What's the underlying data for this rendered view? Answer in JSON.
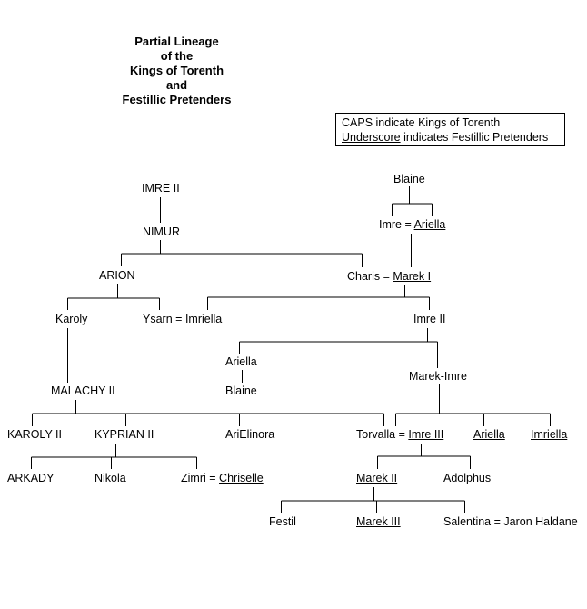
{
  "title": [
    "Partial Lineage",
    "of the",
    "Kings of Torenth",
    "and",
    "Festillic Pretenders"
  ],
  "legend": {
    "line1": "CAPS indicate Kings of Torenth",
    "line2_underlined": "Underscore",
    "line2_rest": " indicates Festillic Pretenders"
  },
  "people": {
    "imre2_king": "IMRE II",
    "nimur": "NIMUR",
    "arion": "ARION",
    "karoly": "Karoly",
    "ysarn": "Ysarn",
    "imriella_wife": "Imriella",
    "malachy2": "MALACHY II",
    "karoly2": "KAROLY II",
    "kyprian2": "KYPRIAN II",
    "arkady": "ARKADY",
    "nikola": "Nikola",
    "zimri": "Zimri",
    "chriselle": "Chriselle",
    "blaine_top": "Blaine",
    "imre_top": "Imre",
    "ariella_top": "Ariella",
    "charis": "Charis",
    "marek1": "Marek I",
    "imre2_pretender": "Imre II",
    "ariella_mid": "Ariella",
    "blaine_mid": "Blaine",
    "marek_imre": "Marek-Imre",
    "arielinora": "AriElinora",
    "torvalla": "Torvalla",
    "imre3": "Imre III",
    "ariella_low": "Ariella",
    "imriella_low": "Imriella",
    "marek2": "Marek II",
    "adolphus": "Adolphus",
    "festil": "Festil",
    "marek3": "Marek III",
    "salentina": "Salentina",
    "jaron_haldane": "Jaron Haldane"
  },
  "marriage_symbol": "="
}
